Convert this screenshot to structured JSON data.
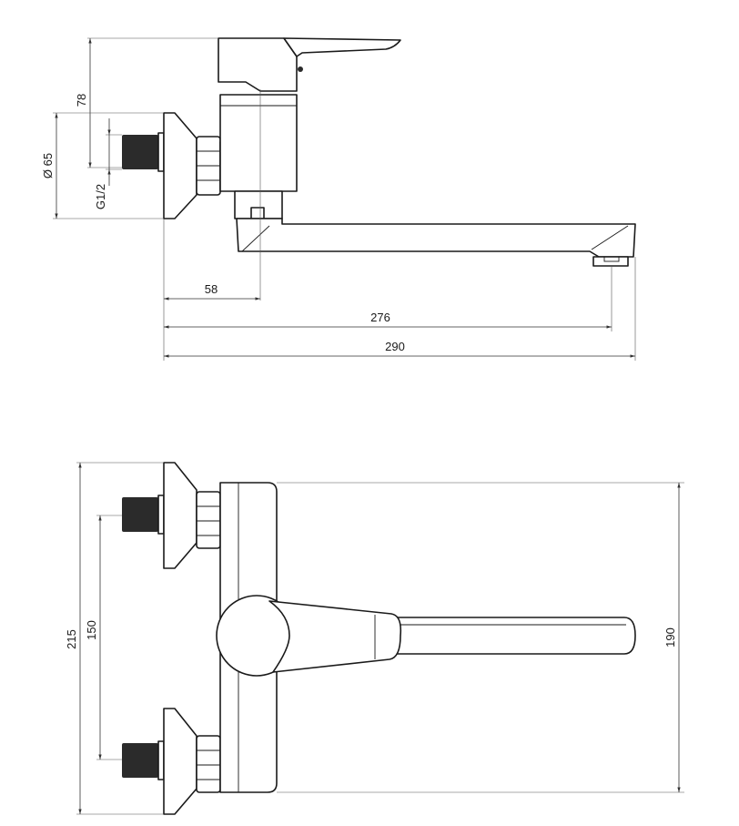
{
  "side_view": {
    "height_78": "78",
    "diameter_65": "Ø 65",
    "thread_g12": "G1/2",
    "depth_58": "58",
    "reach_276": "276",
    "length_290": "290"
  },
  "top_view": {
    "height_215": "215",
    "spacing_150": "150",
    "depth_190": "190"
  },
  "colors": {
    "line": "#1a1a1a",
    "thread": "#2b2b2b",
    "background": "#ffffff"
  }
}
